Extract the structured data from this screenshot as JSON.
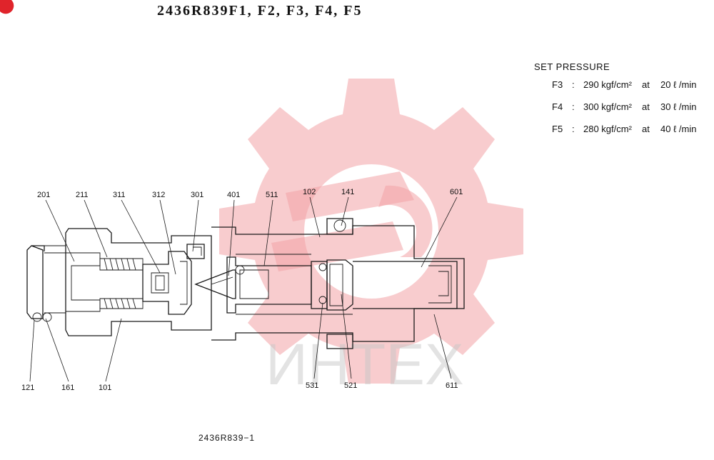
{
  "title": "2436R839F1, F2, F3, F4, F5",
  "set_pressure": {
    "heading": "SET PRESSURE",
    "rows": [
      {
        "model": "F3",
        "pressure": "290 kgf/cm²",
        "at": "at",
        "flow": "20 ℓ /min"
      },
      {
        "model": "F4",
        "pressure": "300 kgf/cm²",
        "at": "at",
        "flow": "30 ℓ /min"
      },
      {
        "model": "F5",
        "pressure": "280 kgf/cm²",
        "at": "at",
        "flow": "40 ℓ /min"
      }
    ]
  },
  "part_labels": {
    "p201": "201",
    "p211": "211",
    "p311": "311",
    "p312": "312",
    "p301": "301",
    "p401": "401",
    "p511": "511",
    "p102": "102",
    "p141": "141",
    "p601": "601",
    "p121": "121",
    "p161": "161",
    "p101": "101",
    "p531": "531",
    "p521": "521",
    "p611": "611"
  },
  "watermark_text": "ИНТЕХ",
  "caption": "2436R839−1",
  "colors": {
    "watermark": "#f3a3a6",
    "corner_logo": "#e0242b"
  },
  "icons": {
    "watermark": "gear-logo-icon",
    "corner": "corner-logo-icon"
  }
}
